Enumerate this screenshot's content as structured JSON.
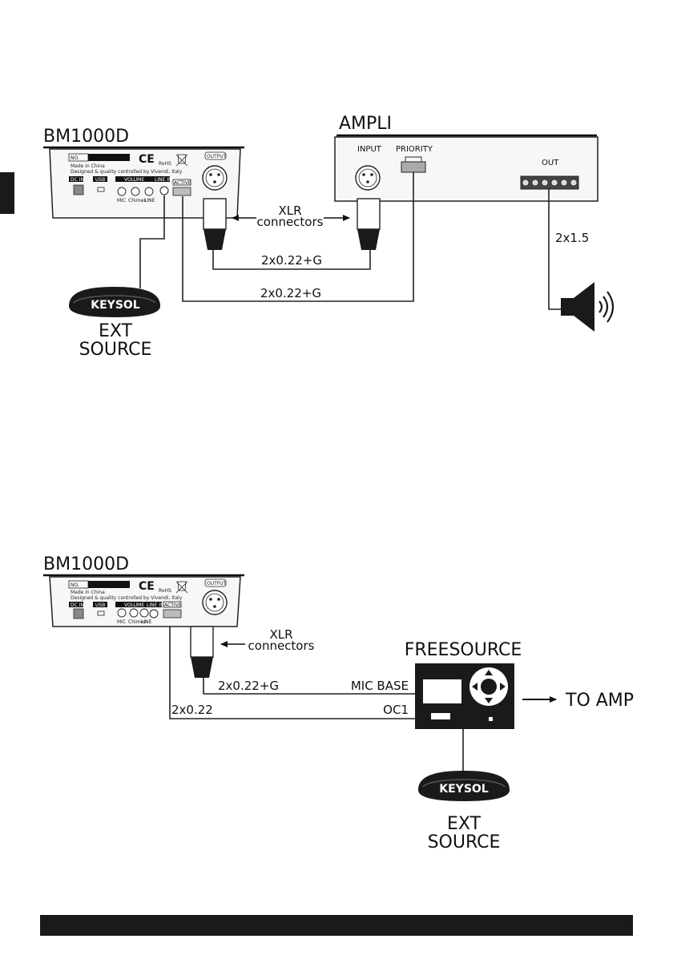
{
  "diagram1": {
    "device_title": "BM1000D",
    "amp_title": "AMPLI",
    "panel": {
      "no_label": "NO.",
      "made_in": "Made in China",
      "designed": "Designed & quality controlled by Vivendi, Italy",
      "dc_in": "DC IN",
      "usb": "USB",
      "volume": "VOLUME",
      "line_in": "LINE IN",
      "output": "OUTPUT",
      "active": "ACTIVE",
      "knob_labels": [
        "MIC",
        "Chimes",
        "LINE"
      ],
      "rohs": "RoHS",
      "ce": "CE"
    },
    "amp_input": "INPUT",
    "amp_priority": "PRIORITY",
    "amp_out": "OUT",
    "xlr_line1": "XLR",
    "xlr_line2": "connectors",
    "cable_upper": "2x0.22+G",
    "cable_lower": "2x0.22+G",
    "speaker_cable": "2x1.5",
    "keysol": "KEYSOL",
    "ext_line1": "EXT",
    "ext_line2": "SOURCE"
  },
  "diagram2": {
    "device_title": "BM1000D",
    "xlr_line1": "XLR",
    "xlr_line2": "connectors",
    "freesource_title": "FREESOURCE",
    "cable_upper": "2x0.22+G",
    "cable_lower": "2x0.22",
    "mic_base": "MIC BASE",
    "oc1": "OC1",
    "to_amp": "TO AMP",
    "keysol": "KEYSOL",
    "ext_line1": "EXT",
    "ext_line2": "SOURCE"
  },
  "colors": {
    "ink": "#111111",
    "panel_face": "#f7f7f7",
    "footer": "#1a1a1a",
    "side_tab": "#1a1a1a"
  }
}
